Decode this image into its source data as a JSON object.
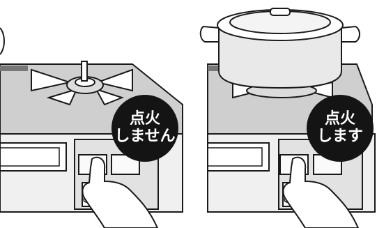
{
  "panels": [
    {
      "id": "without-pot",
      "badge_line1": "点火",
      "badge_line2": "しません"
    },
    {
      "id": "with-pot",
      "badge_line1": "点火",
      "badge_line2": "します"
    }
  ],
  "colors": {
    "line": "#1a1a1a",
    "stove_top": "#c9c9c9",
    "panel_body": "#e9e9e9",
    "badge_bg": "#141414",
    "badge_text": "#ffffff"
  }
}
